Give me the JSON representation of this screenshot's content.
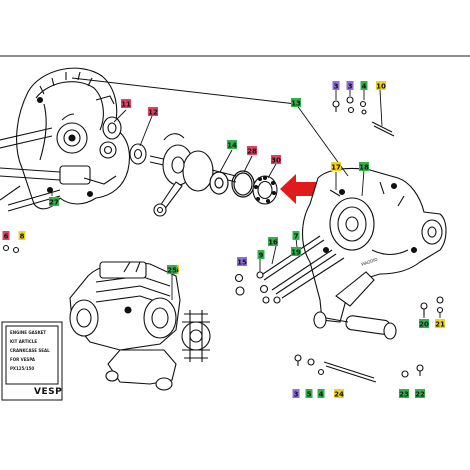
{
  "colors": {
    "green_tag": "#2fb34a",
    "red_tag": "#e2405f",
    "purple_tag": "#8d6ee0",
    "yellow_tag": "#f2d21b",
    "arrow": "#e11b1b",
    "line": "#111111"
  },
  "callouts": [
    {
      "text": "13",
      "tag": "green"
    },
    {
      "text": "11",
      "tag": "red"
    },
    {
      "text": "12",
      "tag": "red"
    },
    {
      "text": "14",
      "tag": "green"
    },
    {
      "text": "28",
      "tag": "red"
    },
    {
      "text": "30",
      "tag": "red"
    },
    {
      "text": "17",
      "tag": "yellow"
    },
    {
      "text": "18",
      "tag": "green"
    },
    {
      "text": "3",
      "tag": "purple"
    },
    {
      "text": "3",
      "tag": "purple"
    },
    {
      "text": "4",
      "tag": "green"
    },
    {
      "text": "10",
      "tag": "yellow"
    },
    {
      "text": "27",
      "tag": "green"
    },
    {
      "text": "6",
      "tag": "red"
    },
    {
      "text": "8",
      "tag": "yellow"
    },
    {
      "text": "16",
      "tag": "yellow"
    },
    {
      "text": "15",
      "tag": "purple"
    },
    {
      "text": "9",
      "tag": "green"
    },
    {
      "text": "16",
      "tag": "green"
    },
    {
      "text": "7",
      "tag": "green"
    },
    {
      "text": "19",
      "tag": "green"
    },
    {
      "text": "25",
      "tag": "green"
    },
    {
      "text": "20",
      "tag": "green"
    },
    {
      "text": "21",
      "tag": "yellow"
    },
    {
      "text": "3",
      "tag": "purple"
    },
    {
      "text": "5",
      "tag": "green"
    },
    {
      "text": "4",
      "tag": "green"
    },
    {
      "text": "24",
      "tag": "yellow"
    },
    {
      "text": "23",
      "tag": "green"
    },
    {
      "text": "22",
      "tag": "green"
    }
  ],
  "package": {
    "lines": [
      "ENGINE GASKET",
      "KIT ARTICLE",
      "CRANKCASE SEAL",
      "FOR VESPA",
      "PX125/150"
    ],
    "brand": "VESP"
  }
}
